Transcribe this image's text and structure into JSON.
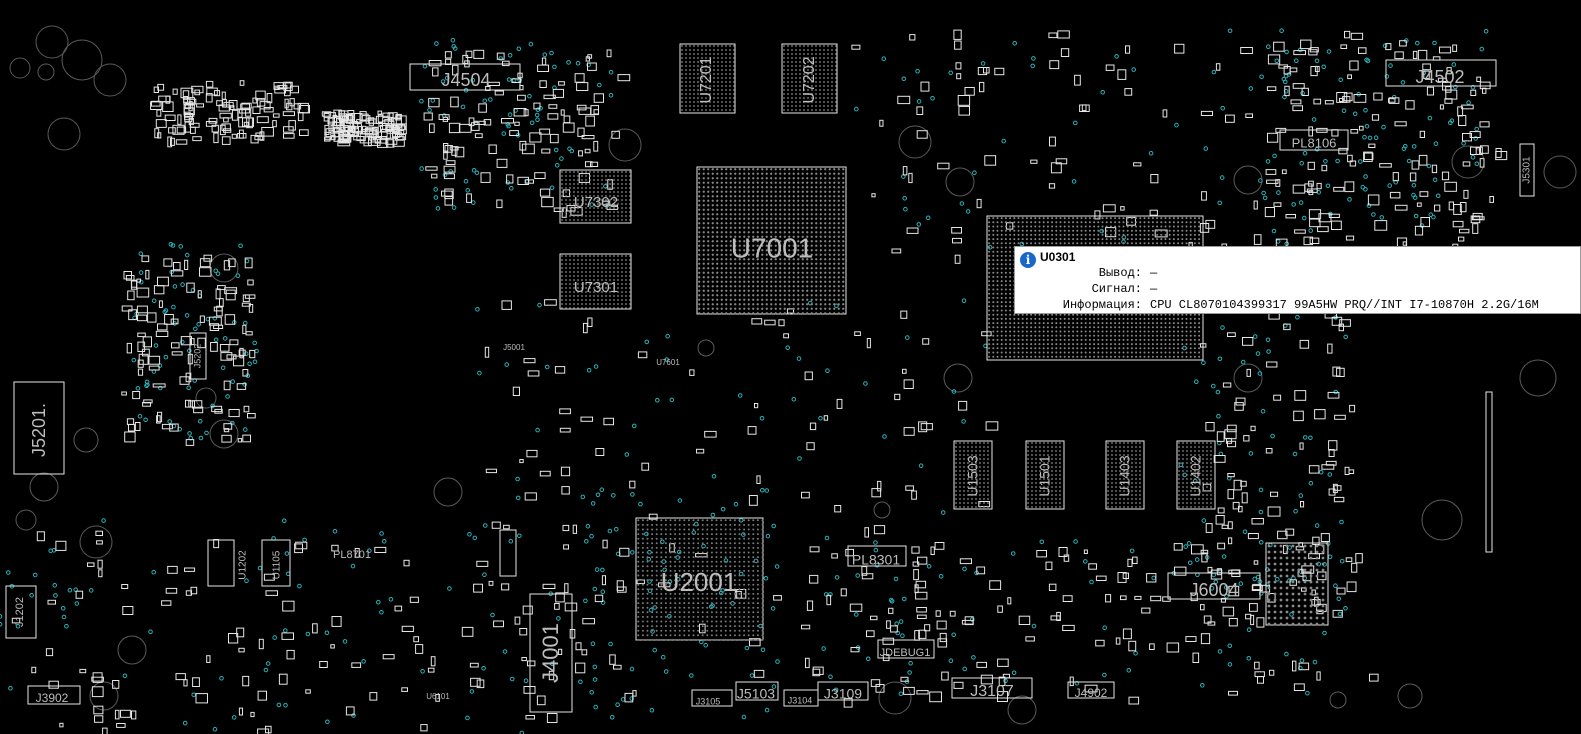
{
  "board": {
    "labels": [
      {
        "id": "j4504",
        "text": "J4504"
      },
      {
        "id": "u7201",
        "text": "U7201"
      },
      {
        "id": "u7202",
        "text": "U7202"
      },
      {
        "id": "j4502",
        "text": "J4502"
      },
      {
        "id": "u7302",
        "text": "U7302"
      },
      {
        "id": "u7301",
        "text": "U7301"
      },
      {
        "id": "u7001",
        "text": "U7001"
      },
      {
        "id": "j5201",
        "text": "J5201."
      },
      {
        "id": "j5202",
        "text": "J5202"
      },
      {
        "id": "j5001",
        "text": "J5001"
      },
      {
        "id": "u7601",
        "text": "U7601"
      },
      {
        "id": "u1503",
        "text": "U1503"
      },
      {
        "id": "u1501",
        "text": "U1501"
      },
      {
        "id": "u1403",
        "text": "U1403"
      },
      {
        "id": "u1402",
        "text": "U1402"
      },
      {
        "id": "u2001",
        "text": "U2001"
      },
      {
        "id": "j4001",
        "text": "J4001"
      },
      {
        "id": "pl8301",
        "text": "PL8301"
      },
      {
        "id": "j6004",
        "text": "J6004"
      },
      {
        "id": "pl8701",
        "text": "PL8701"
      },
      {
        "id": "u1202",
        "text": "U1202"
      },
      {
        "id": "u1105",
        "text": "U1105"
      },
      {
        "id": "j1202",
        "text": "J1202"
      },
      {
        "id": "j3902",
        "text": "J3902"
      },
      {
        "id": "u6101",
        "text": "U6101"
      },
      {
        "id": "j3105",
        "text": "J3105"
      },
      {
        "id": "j5103",
        "text": "J5103"
      },
      {
        "id": "j3104",
        "text": "J3104"
      },
      {
        "id": "j3109",
        "text": "J3109"
      },
      {
        "id": "j3107",
        "text": "J3107"
      },
      {
        "id": "j4902",
        "text": "J4902"
      },
      {
        "id": "jdebug1",
        "text": "JDEBUG1"
      },
      {
        "id": "pl8106",
        "text": "PL8106"
      },
      {
        "id": "j5301",
        "text": "J5301"
      }
    ]
  },
  "tooltip": {
    "title": "U0301",
    "rows": [
      {
        "label": "Вывод:",
        "value": "—"
      },
      {
        "label": "Сигнал:",
        "value": "—"
      },
      {
        "label": "Информация:",
        "value": "CPU CL8070104399317 99A5HW PRQ//INT I7-10870H 2.2G/16M"
      }
    ],
    "icon": "info-icon",
    "icon_glyph": "i"
  },
  "colors": {
    "background": "#000000",
    "outline": "#ffffff",
    "via": "#2ab0b8"
  }
}
